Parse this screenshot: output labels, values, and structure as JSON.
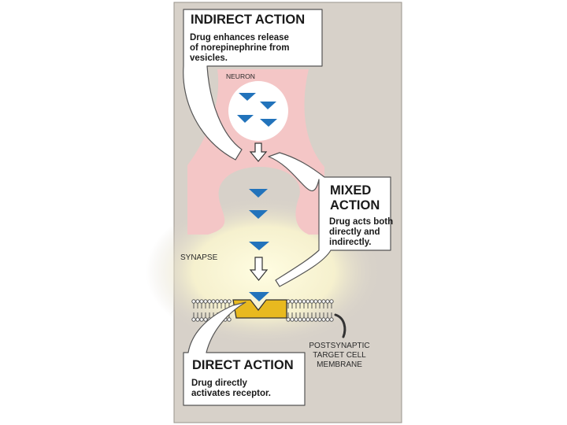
{
  "indirect": {
    "title": "INDIRECT ACTION",
    "lines": [
      "Drug enhances release",
      "of norepinephrine from",
      "vesicles."
    ]
  },
  "mixed": {
    "title_lines": [
      "MIXED",
      "ACTION"
    ],
    "lines": [
      "Drug acts both",
      "directly and",
      "indirectly."
    ]
  },
  "direct": {
    "title": "DIRECT ACTION",
    "lines": [
      "Drug directly",
      "activates receptor."
    ]
  },
  "labels": {
    "neuron": "NEURON",
    "synapse": "SYNAPSE",
    "membrane_lines": [
      "POSTSYNAPTIC",
      "TARGET CELL",
      "MEMBRANE"
    ]
  },
  "colors": {
    "background": "#d7d1c9",
    "neuron": "#f4c6c6",
    "glow": "#fffbd6",
    "transmitter": "#2273bb",
    "receptor": "#e8b91f",
    "callout_border": "#555555"
  }
}
